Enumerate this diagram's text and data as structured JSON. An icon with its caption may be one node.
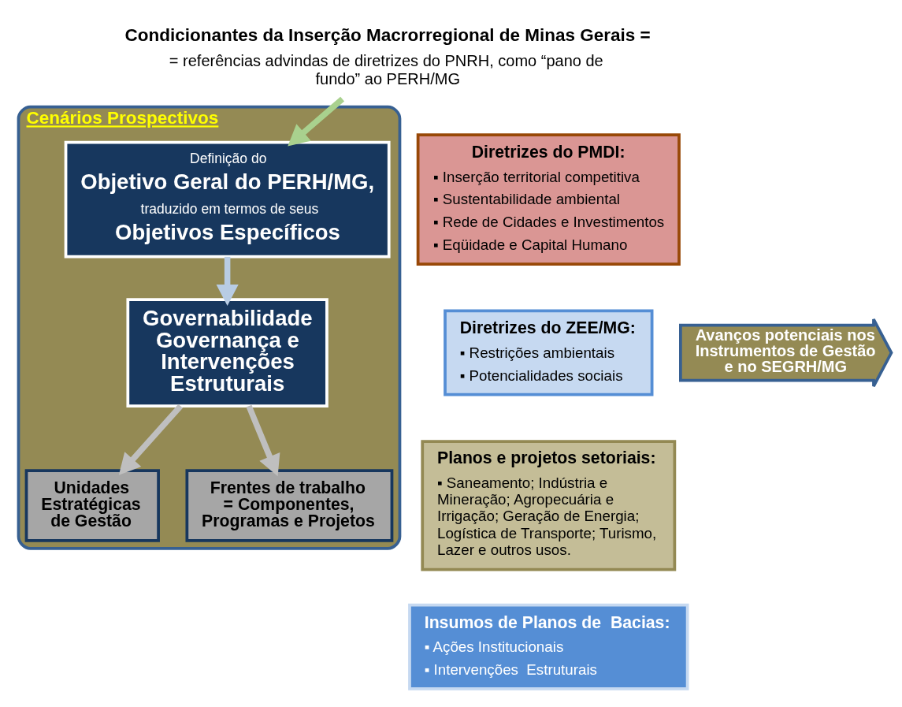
{
  "diagram": {
    "nodes": [
      {
        "text": [
          "Condicionantes da Inserção Macrorregional de Minas Gerais =",
          "= referências advindas de diretrizes do PNRH, como “pano de fundo” ao PERH/MG"
        ]
      },
      {
        "text": [
          "Diretrizes do PMDI:",
          "▪ Inserção territorial competitiva",
          "▪ Sustentabilidade ambiental",
          "▪ Rede de Cidades e Investimentos",
          "▪ Eqüidade e Capital Humano"
        ]
      },
      {
        "text": [
          "Diretrizes do ZEE/MG:",
          "▪ Restrições ambientais",
          "▪ Potencialidades sociais"
        ]
      },
      {
        "text": [
          "Planos e projetos setoriais:",
          "▪ Saneamento; Indústria e Mineração; Agropecuária e Irrigação; Geração de Energia; Logística de Transporte; Turismo, Lazer e outros usos."
        ]
      },
      {
        "text": [
          "Insumos de Planos de  Bacias:",
          "▪ Ações Institucionais",
          "▪ Intervenções  Estruturais"
        ]
      },
      {
        "text": [
          "Avanços potenciais nos Instrumentos de Gestão e no SEGRH/MG"
        ]
      },
      {
        "text": [
          "Cenários Prospectivos"
        ]
      },
      {
        "text": [
          "Definição do",
          "Objetivo Geral do PERH/MG,",
          "traduzido em termos de seus",
          "Objetivos Específicos"
        ],
        "in": 6
      },
      {
        "text": [
          "Governabilidade Governança e Intervenções Estruturais"
        ],
        "in": 6
      },
      {
        "text": [
          "Unidades Estratégicas de Gestão"
        ],
        "in": 6
      },
      {
        "text": [
          "Frentes de trabalho = Componentes, Programas e Projetos"
        ],
        "in": 6
      }
    ],
    "edges": [
      {
        "from": 0,
        "to": 7,
        "arrow": "to",
        "color": "#a9d18e"
      },
      {
        "from": 7,
        "to": 8,
        "arrow": "to",
        "color": "#b8cce4"
      },
      {
        "from": 8,
        "to": 9,
        "arrow": "to"
      },
      {
        "from": 8,
        "to": 10,
        "arrow": "to"
      }
    ]
  }
}
